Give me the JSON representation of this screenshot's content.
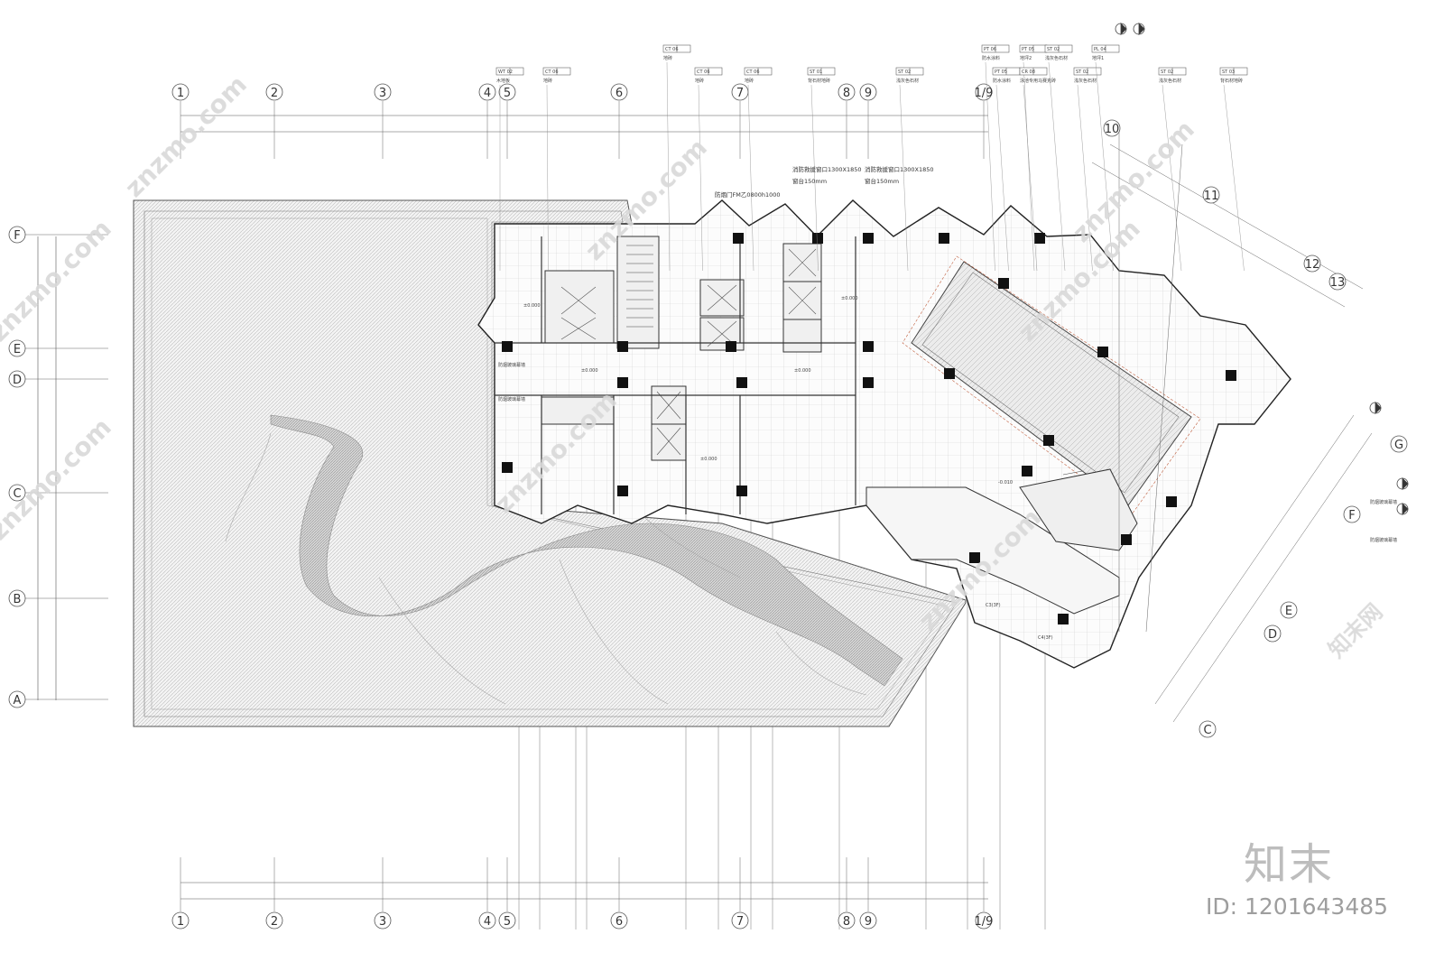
{
  "watermark": {
    "site": "znzmo.com",
    "logo_text": "知末",
    "site_cn": "知末网",
    "id_text": "ID: 1201643485"
  },
  "grid": {
    "columns": [
      "1",
      "2",
      "3",
      "4",
      "5",
      "6",
      "7",
      "8",
      "9",
      "1/9"
    ],
    "rows": [
      "F",
      "E",
      "D",
      "C",
      "B",
      "A"
    ],
    "rotated_columns": [
      "10",
      "11",
      "12",
      "13"
    ],
    "rotated_rows": [
      "G",
      "F",
      "E",
      "D",
      "C"
    ]
  },
  "annotations": {
    "window_a": "消防救援窗口1300X1850",
    "window_b": "消防救援窗口1300X1850",
    "sill_a": "窗台150mm",
    "sill_b": "窗台150mm",
    "fire_door": "防烟门FM乙0800h1000",
    "curtain_a": "防烟玻璃幕墙",
    "curtain_b": "防烟玻璃幕墙",
    "right_note_a": "防烟玻璃幕墙",
    "right_note_b": "防烟玻璃幕墙",
    "tag_c3": "C3(3F)",
    "tag_c4": "C4(3F)"
  },
  "material_tags": [
    {
      "code": "WT 02",
      "label": "木地板"
    },
    {
      "code": "CT 06",
      "label": "地砖"
    },
    {
      "code": "CT 06",
      "label": "地砖"
    },
    {
      "code": "CT 06",
      "label": "地砖"
    },
    {
      "code": "CT 06",
      "label": "地砖"
    },
    {
      "code": "ST 01",
      "label": "背石材地砖"
    },
    {
      "code": "ST 02",
      "label": "浅灰色石材"
    },
    {
      "code": "PT 06",
      "label": "防水涂料"
    },
    {
      "code": "PT 05",
      "label": "地坪2"
    },
    {
      "code": "PT 05",
      "label": "防水涂料"
    },
    {
      "code": "CR 08",
      "label": "泳池专用马赛克砖"
    },
    {
      "code": "ST 02",
      "label": "浅灰色石材"
    },
    {
      "code": "ST 02",
      "label": "浅灰色石材"
    },
    {
      "code": "PL 04",
      "label": "地坪1"
    },
    {
      "code": "ST 02",
      "label": "浅灰色石材"
    },
    {
      "code": "ST 03",
      "label": "背石材地砖"
    }
  ],
  "levels": [
    "±0.000",
    "±0.000",
    "±0.000",
    "±0.000",
    "-0.010",
    "±0.000"
  ]
}
